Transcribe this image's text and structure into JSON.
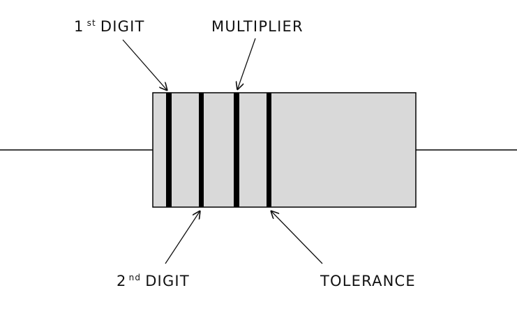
{
  "labels": {
    "first_digit": {
      "number": "1",
      "suffix": "st",
      "word": "DIGIT"
    },
    "second_digit": {
      "number": "2",
      "suffix": "nd",
      "word": "DIGIT"
    },
    "multiplier": "MULTIPLIER",
    "tolerance": "TOLERANCE"
  },
  "colors": {
    "body_fill": "#d9d9d9",
    "band": "#000000",
    "lead": "#000000"
  }
}
